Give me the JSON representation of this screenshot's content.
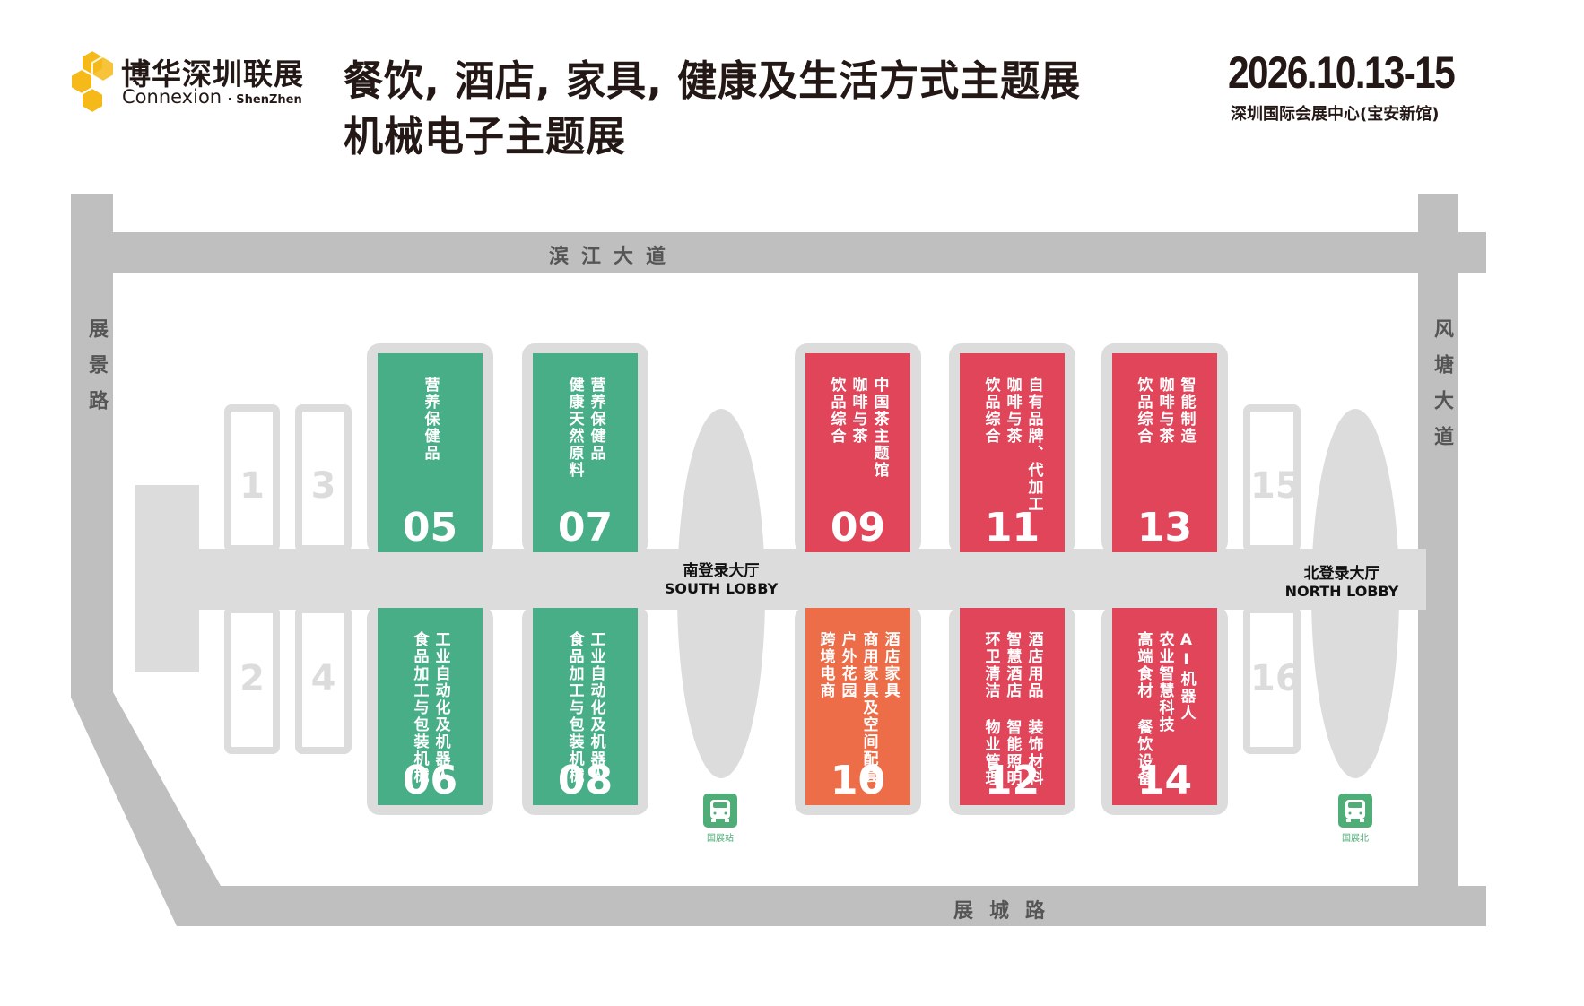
{
  "header": {
    "brand_cn": "博华深圳联展",
    "brand_en": "Connexion",
    "brand_en_city": "· ShenZhen",
    "title_line1": "餐饮, 酒店, 家具, 健康及生活方式主题展",
    "title_line2": "机械电子主题展",
    "date": "2026.10.13-15",
    "venue": "深圳国际会展中心(宝安新馆)"
  },
  "roads": {
    "top": "滨江大道",
    "left": "展景路",
    "right": "风塘大道",
    "bottom": "展城路"
  },
  "colors": {
    "green": "#48ae88",
    "red": "#e0455a",
    "orange": "#ec6d48",
    "logo": "#f6b91a"
  },
  "small_halls": [
    "1",
    "2",
    "3",
    "4",
    "15",
    "16"
  ],
  "halls": {
    "h05": {
      "num": "05",
      "cats": [
        "营养保健品"
      ]
    },
    "h07": {
      "num": "07",
      "cats": [
        "营养保健品",
        "健康天然原料"
      ]
    },
    "h09": {
      "num": "09",
      "cats": [
        "中国茶主题馆",
        "咖啡与茶",
        "饮品综合"
      ]
    },
    "h11": {
      "num": "11",
      "cats": [
        "自有品牌、代加工",
        "咖啡与茶",
        "饮品综合"
      ]
    },
    "h13": {
      "num": "13",
      "cats": [
        "智能制造",
        "咖啡与茶",
        "饮品综合"
      ]
    },
    "h06": {
      "num": "06",
      "cats": [
        "工业自动化及机器人",
        "食品加工与包装机械"
      ]
    },
    "h08": {
      "num": "08",
      "cats": [
        "工业自动化及机器人",
        "食品加工与包装机械"
      ]
    },
    "h10": {
      "num": "10",
      "cats": [
        "酒店家具",
        "商用家具及空间配套",
        "户外花园",
        "跨境电商"
      ]
    },
    "h12": {
      "num": "12",
      "cats": [
        "酒店用品 装饰材料",
        "智慧酒店 智能照明",
        "环卫清洁 物业管理"
      ]
    },
    "h14": {
      "num": "14",
      "cats": [
        "AI机器人",
        "农业智慧科技",
        "高端食材 餐饮设备"
      ]
    }
  },
  "lobbies": {
    "south_cn": "南登录大厅",
    "south_en": "SOUTH LOBBY",
    "north_cn": "北登录大厅",
    "north_en": "NORTH LOBBY"
  },
  "stations": {
    "south": "国展站",
    "north": "国展北"
  }
}
